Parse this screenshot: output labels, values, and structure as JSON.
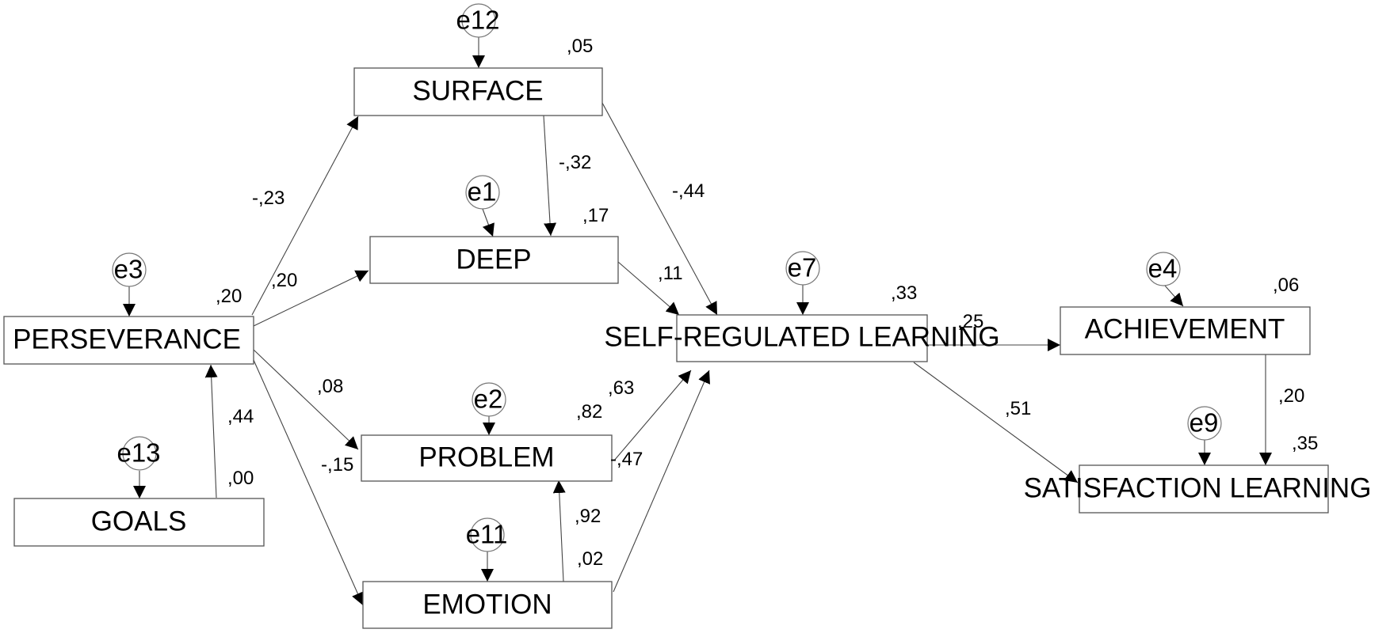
{
  "nodes": {
    "surface": "SURFACE",
    "deep": "DEEP",
    "perseverance": "PERSEVERANCE",
    "goals": "GOALS",
    "problem": "PROBLEM",
    "emotion": "EMOTION",
    "srl": "SELF-REGULATED LEARNING",
    "achievement": "ACHIEVEMENT",
    "satisfaction": "SATISFACTION LEARNING"
  },
  "errors": {
    "e12": "e12",
    "e1": "e1",
    "e3": "e3",
    "e13": "e13",
    "e2": "e2",
    "e11": "e11",
    "e7": "e7",
    "e4": "e4",
    "e9": "e9"
  },
  "r_squared": {
    "surface": ",05",
    "deep": ",17",
    "perseverance": ",20",
    "goals": ",00",
    "problem": ",82",
    "emotion": ",02",
    "srl": ",33",
    "achievement": ",06",
    "satisfaction": ",35"
  },
  "path_coefficients": {
    "perseverance_surface": "-,23",
    "perseverance_deep": ",20",
    "perseverance_problem": ",08",
    "perseverance_emotion": "-,15",
    "goals_perseverance": ",44",
    "surface_deep": "-,32",
    "surface_srl": "-,44",
    "deep_srl": ",11",
    "problem_srl": ",63",
    "emotion_srl": "-,47",
    "emotion_problem": ",92",
    "srl_achievement": ",25",
    "srl_satisfaction": ",51",
    "achievement_satisfaction": ",20"
  }
}
